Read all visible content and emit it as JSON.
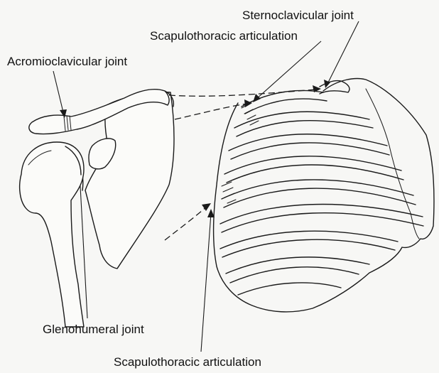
{
  "labels": {
    "sternoclavicular": "Sternoclavicular joint",
    "scapulothoracic_top": "Scapulothoracic articulation",
    "acromioclavicular": "Acromioclavicular joint",
    "glenohumeral": "Glenohumeral joint",
    "scapulothoracic_bottom": "Scapulothoracic articulation"
  }
}
